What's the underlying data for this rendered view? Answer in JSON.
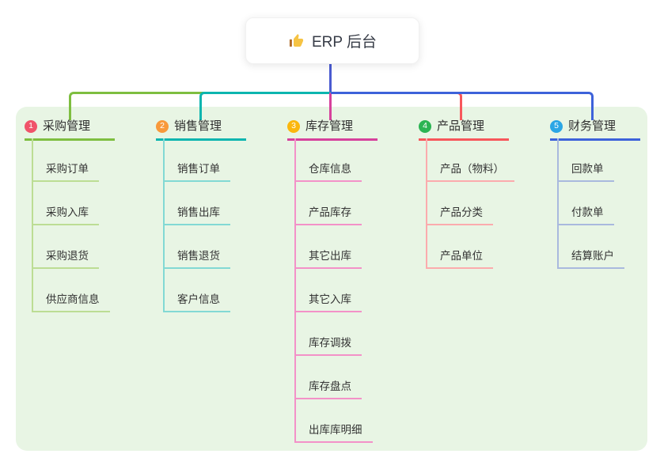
{
  "root": {
    "label": "ERP 后台",
    "icon": "thumbs-up-icon"
  },
  "branches": [
    {
      "number": "1",
      "label": "采购管理",
      "color": "#7EBE40",
      "light_color": "#BCDD94",
      "badge_color": "#F0536A",
      "children": [
        "采购订单",
        "采购入库",
        "采购退货",
        "供应商信息"
      ]
    },
    {
      "number": "2",
      "label": "销售管理",
      "color": "#0CB5AF",
      "light_color": "#82D9D4",
      "badge_color": "#F8993B",
      "children": [
        "销售订单",
        "销售出库",
        "销售退货",
        "客户信息"
      ]
    },
    {
      "number": "3",
      "label": "库存管理",
      "color": "#D6419C",
      "light_color": "#F391C8",
      "badge_color": "#FBB70D",
      "children": [
        "仓库信息",
        "产品库存",
        "其它出库",
        "其它入库",
        "库存调拨",
        "库存盘点",
        "出库库明细"
      ]
    },
    {
      "number": "4",
      "label": "产品管理",
      "color": "#F7575B",
      "light_color": "#FBABAD",
      "badge_color": "#2BB453",
      "children": [
        "产品（物料）",
        "产品分类",
        "产品单位"
      ]
    },
    {
      "number": "5",
      "label": "财务管理",
      "color": "#3D62DA",
      "light_color": "#A9B9DE",
      "badge_color": "#2BA6E5",
      "children": [
        "回款单",
        "付款单",
        "结算账户"
      ]
    }
  ],
  "colors": {
    "panel_bg": "#E8F5E4",
    "root_line": "#4A5BD1",
    "text": "#333333"
  }
}
